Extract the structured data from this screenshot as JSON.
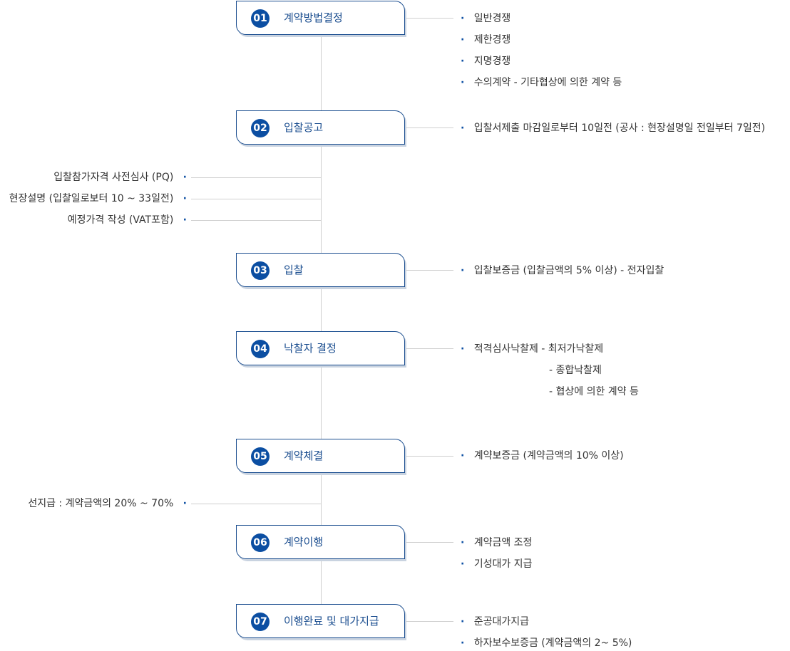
{
  "accent": "#0b4ea2",
  "bullet": "·",
  "steps": [
    {
      "num": "01",
      "title": "계약방법결정",
      "items": [
        "일반경쟁",
        "제한경쟁",
        "지명경쟁",
        "수의계약 - 기타협상에 의한 계약 등"
      ]
    },
    {
      "num": "02",
      "title": "입찰공고",
      "items": [
        "입찰서제출 마감일로부터 10일전 (공사 : 현장설명일 전일부터 7일전)"
      ]
    },
    {
      "num": "03",
      "title": "입찰",
      "items": [
        "입찰보증금 (입찰금액의 5% 이상) - 전자입찰"
      ]
    },
    {
      "num": "04",
      "title": "낙찰자 결정",
      "items": [
        "적격심사낙찰제  - 최저가낙찰제"
      ],
      "sub_items": [
        "- 종합낙찰제",
        "- 협상에 의한 계약 등"
      ]
    },
    {
      "num": "05",
      "title": "계약체결",
      "items": [
        "계약보증금 (계약금액의 10% 이상)"
      ]
    },
    {
      "num": "06",
      "title": "계약이행",
      "items": [
        "계약금액 조정",
        "기성대가 지급"
      ]
    },
    {
      "num": "07",
      "title": "이행완료 및 대가지급",
      "items": [
        "준공대가지급",
        "하자보수보증금 (계약금액의 2~ 5%)"
      ]
    }
  ],
  "left_notes": [
    "입찰참가자격 사전심사 (PQ)",
    "현장설명 (입찰일로보터 10 ~ 33일전)",
    "예정가격 작성 (VAT포함)",
    "선지급 : 계약금액의 20% ~ 70%"
  ]
}
